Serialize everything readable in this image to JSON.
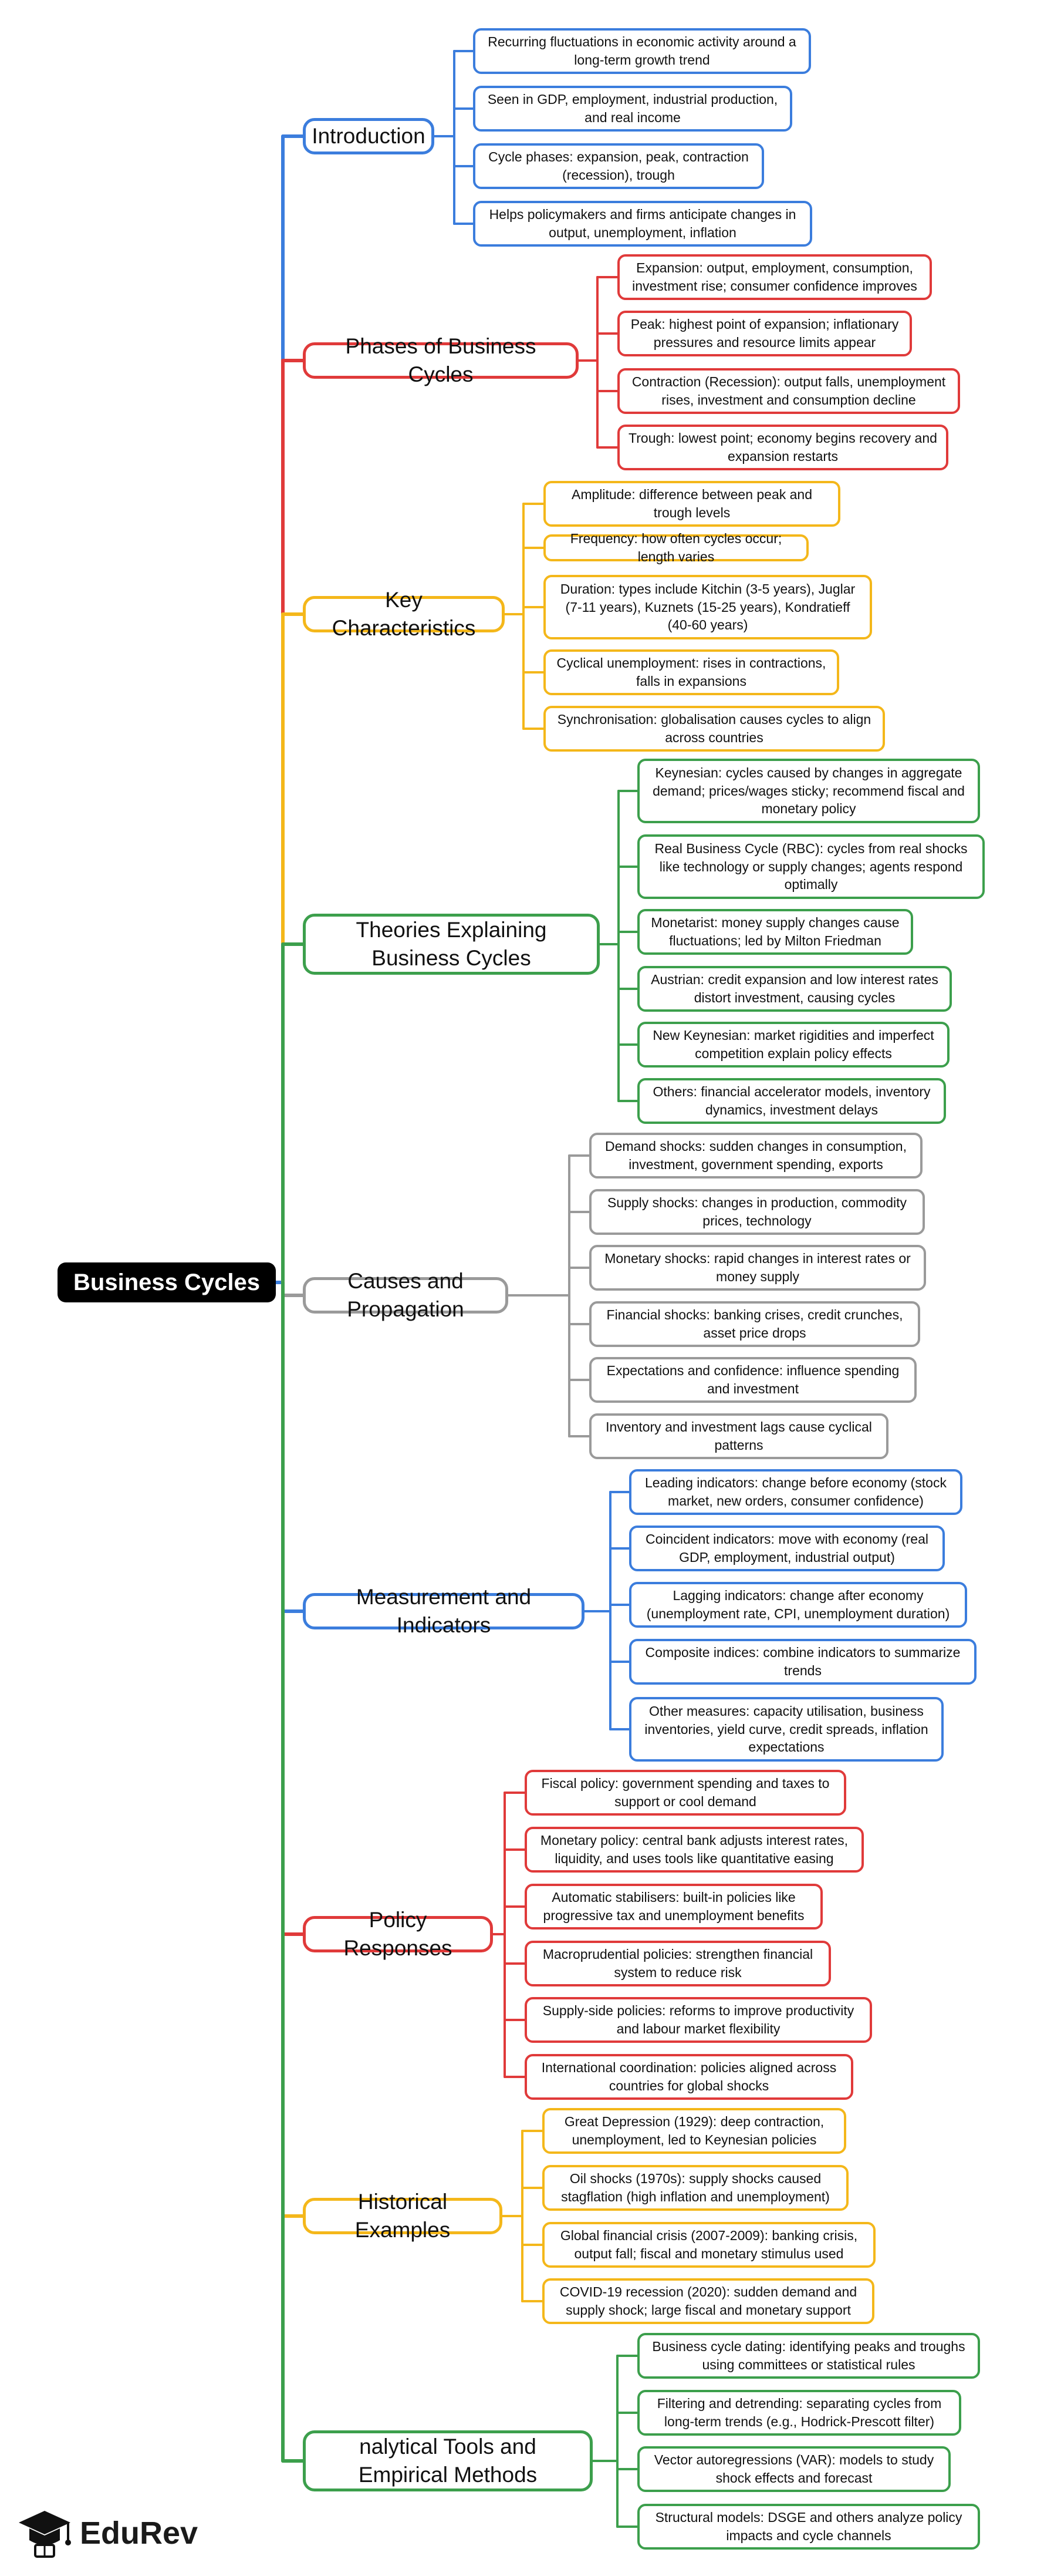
{
  "root": {
    "label": "Business Cycles"
  },
  "logo": {
    "text": "EduRev"
  },
  "colors": {
    "blue": "#3b7ddd",
    "red": "#e03a3a",
    "yellow": "#f4b71a",
    "green": "#3c9f4c",
    "gray": "#9a9a9a"
  },
  "branches": [
    {
      "label": "Introduction",
      "color": "blue",
      "items": [
        "Recurring fluctuations in economic activity around a long-term growth trend",
        "Seen in GDP, employment, industrial production, and real income",
        "Cycle phases: expansion, peak, contraction (recession), trough",
        "Helps policymakers and firms anticipate changes in output, unemployment, inflation"
      ]
    },
    {
      "label": "Phases of Business Cycles",
      "color": "red",
      "items": [
        "Expansion: output, employment, consumption, investment rise; consumer confidence improves",
        "Peak: highest point of expansion; inflationary pressures and resource limits appear",
        "Contraction (Recession): output falls, unemployment rises, investment and consumption decline",
        "Trough: lowest point; economy begins recovery and expansion restarts"
      ]
    },
    {
      "label": "Key Characteristics",
      "color": "yellow",
      "items": [
        "Amplitude: difference between peak and trough levels",
        "Frequency: how often cycles occur; length varies",
        "Duration: types include Kitchin (3-5 years), Juglar (7-11 years), Kuznets (15-25 years), Kondratieff (40-60 years)",
        "Cyclical unemployment: rises in contractions, falls in expansions",
        "Synchronisation: globalisation causes cycles to align across countries"
      ]
    },
    {
      "label": "Theories Explaining Business Cycles",
      "color": "green",
      "items": [
        "Keynesian: cycles caused by changes in aggregate demand; prices/wages sticky; recommend fiscal and monetary policy",
        "Real Business Cycle (RBC): cycles from real shocks like technology or supply changes; agents respond optimally",
        "Monetarist: money supply changes cause fluctuations; led by Milton Friedman",
        "Austrian: credit expansion and low interest rates distort investment, causing cycles",
        "New Keynesian: market rigidities and imperfect competition explain policy effects",
        "Others: financial accelerator models, inventory dynamics, investment delays"
      ]
    },
    {
      "label": "Causes and Propagation",
      "color": "gray",
      "items": [
        "Demand shocks: sudden changes in consumption, investment, government spending, exports",
        "Supply shocks: changes in production, commodity prices, technology",
        "Monetary shocks: rapid changes in interest rates or money supply",
        "Financial shocks: banking crises, credit crunches, asset price drops",
        "Expectations and confidence: influence spending and investment",
        "Inventory and investment lags cause cyclical patterns"
      ]
    },
    {
      "label": "Measurement and Indicators",
      "color": "blue",
      "items": [
        "Leading indicators: change before economy (stock market, new orders, consumer confidence)",
        "Coincident indicators: move with economy (real GDP, employment, industrial output)",
        "Lagging indicators: change after economy (unemployment rate, CPI, unemployment duration)",
        "Composite indices: combine indicators to summarize trends",
        "Other measures: capacity utilisation, business inventories, yield curve, credit spreads, inflation expectations"
      ]
    },
    {
      "label": "Policy Responses",
      "color": "red",
      "items": [
        "Fiscal policy: government spending and taxes to support or cool demand",
        "Monetary policy: central bank adjusts interest rates, liquidity, and uses tools like quantitative easing",
        "Automatic stabilisers: built-in policies like progressive tax and unemployment benefits",
        "Macroprudential policies: strengthen financial system to reduce risk",
        "Supply-side policies: reforms to improve productivity and labour market flexibility",
        "International coordination: policies aligned across countries for global shocks"
      ]
    },
    {
      "label": "Historical Examples",
      "color": "yellow",
      "items": [
        "Great Depression (1929): deep contraction, unemployment, led to Keynesian policies",
        "Oil shocks (1970s): supply shocks caused stagflation (high inflation and unemployment)",
        "Global financial crisis (2007-2009): banking crisis, output fall; fiscal and monetary stimulus used",
        "COVID-19 recession (2020): sudden demand and supply shock; large fiscal and monetary support"
      ]
    },
    {
      "label": "nalytical Tools and Empirical Methods",
      "color": "green",
      "items": [
        "Business cycle dating: identifying peaks and troughs using committees or statistical rules",
        "Filtering and detrending: separating cycles from long-term trends (e.g., Hodrick-Prescott filter)",
        "Vector autoregressions (VAR): models to study shock effects and forecast",
        "Structural models: DSGE and others analyze policy impacts and cycle channels"
      ]
    }
  ]
}
